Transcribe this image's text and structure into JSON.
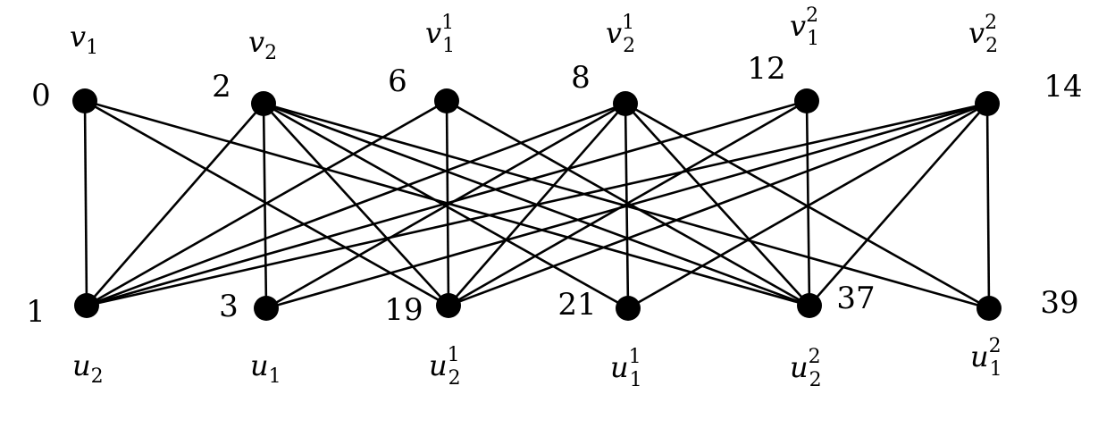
{
  "graph": {
    "nodes": [
      {
        "id": "v1",
        "name": "v",
        "sub": "1",
        "sup": "",
        "label": "0"
      },
      {
        "id": "v2",
        "name": "v",
        "sub": "2",
        "sup": "",
        "label": "2"
      },
      {
        "id": "v11",
        "name": "v",
        "sub": "1",
        "sup": "1",
        "label": "6"
      },
      {
        "id": "v21",
        "name": "v",
        "sub": "2",
        "sup": "1",
        "label": "8"
      },
      {
        "id": "v12",
        "name": "v",
        "sub": "1",
        "sup": "2",
        "label": "12"
      },
      {
        "id": "v22",
        "name": "v",
        "sub": "2",
        "sup": "2",
        "label": "14"
      },
      {
        "id": "u2",
        "name": "u",
        "sub": "2",
        "sup": "",
        "label": "1"
      },
      {
        "id": "u1",
        "name": "u",
        "sub": "1",
        "sup": "",
        "label": "3"
      },
      {
        "id": "u21",
        "name": "u",
        "sub": "2",
        "sup": "1",
        "label": "19"
      },
      {
        "id": "u11",
        "name": "u",
        "sub": "1",
        "sup": "1",
        "label": "21"
      },
      {
        "id": "u22",
        "name": "u",
        "sub": "2",
        "sup": "2",
        "label": "37"
      },
      {
        "id": "u12",
        "name": "u",
        "sub": "1",
        "sup": "2",
        "label": "39"
      }
    ],
    "edges": [
      [
        "v1",
        "u2"
      ],
      [
        "v1",
        "u21"
      ],
      [
        "v1",
        "u22"
      ],
      [
        "v2",
        "u2"
      ],
      [
        "v2",
        "u1"
      ],
      [
        "v2",
        "u21"
      ],
      [
        "v2",
        "u11"
      ],
      [
        "v2",
        "u22"
      ],
      [
        "v2",
        "u12"
      ],
      [
        "v11",
        "u2"
      ],
      [
        "v11",
        "u21"
      ],
      [
        "v11",
        "u22"
      ],
      [
        "v21",
        "u2"
      ],
      [
        "v21",
        "u1"
      ],
      [
        "v21",
        "u21"
      ],
      [
        "v21",
        "u11"
      ],
      [
        "v21",
        "u22"
      ],
      [
        "v21",
        "u12"
      ],
      [
        "v12",
        "u2"
      ],
      [
        "v12",
        "u21"
      ],
      [
        "v12",
        "u22"
      ],
      [
        "v22",
        "u2"
      ],
      [
        "v22",
        "u1"
      ],
      [
        "v22",
        "u21"
      ],
      [
        "v22",
        "u11"
      ],
      [
        "v22",
        "u22"
      ],
      [
        "v22",
        "u12"
      ]
    ]
  }
}
